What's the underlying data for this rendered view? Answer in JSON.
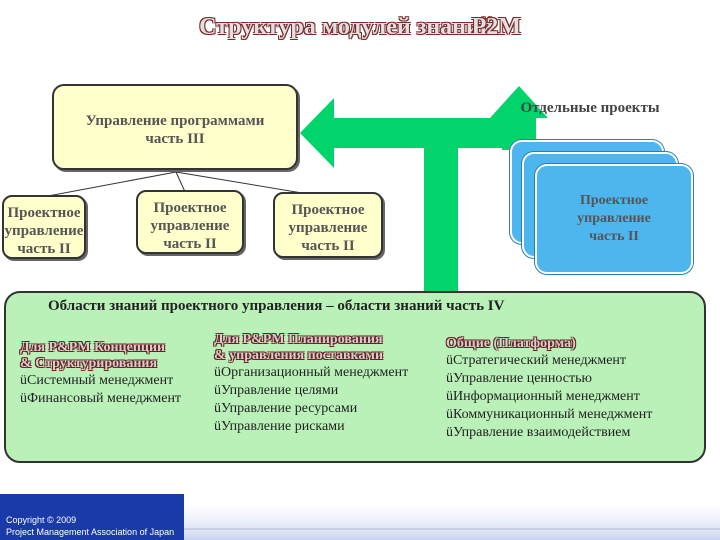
{
  "title": {
    "main": "Структура модулей знаний",
    "pm": "P2M"
  },
  "program": {
    "line1": "Управление программами",
    "line2": "часть III"
  },
  "project_boxes": [
    {
      "line1": "Проектное",
      "line2": "управление",
      "line3": "часть II"
    },
    {
      "line1": "Проектное",
      "line2": "управление",
      "line3": "часть II"
    },
    {
      "line1": "Проектное",
      "line2": "управление",
      "line3": "часть II"
    }
  ],
  "separate_projects": {
    "label": "Отдельные проекты",
    "card": {
      "line1": "Проектное",
      "line2": "управление",
      "line3": "часть II"
    }
  },
  "areas": {
    "title": "Области знаний проектного управления – области знаний часть IV",
    "col1": {
      "head1": "Для P&PM Концепции",
      "head2": "& Структурирования",
      "items": [
        "üСистемный менеджмент",
        "üФинансовый менеджмент"
      ]
    },
    "col2": {
      "head1": "Для P&PM Планирования",
      "head2": "& управления поставками",
      "items": [
        "üОрганизационный менеджмент",
        "üУправление целями",
        "üУправление ресурсами",
        "üУправление рисками"
      ]
    },
    "col3": {
      "head1": "Общие (Платформа)",
      "items": [
        "üСтратегический менеджмент",
        "üУправление ценностью",
        "üИнформационный менеджмент",
        "üКоммуникационный менеджмент",
        "üУправление взаимодействием"
      ]
    }
  },
  "footer": {
    "line1": "Copyright © 2009",
    "line2": "Project Management Association of Japan"
  },
  "colors": {
    "green": "#00d46a",
    "yellow": "#ffffcc",
    "blue": "#4db6ee",
    "lightgreen": "#b9f1b9",
    "footer": "#1a3aa8"
  }
}
